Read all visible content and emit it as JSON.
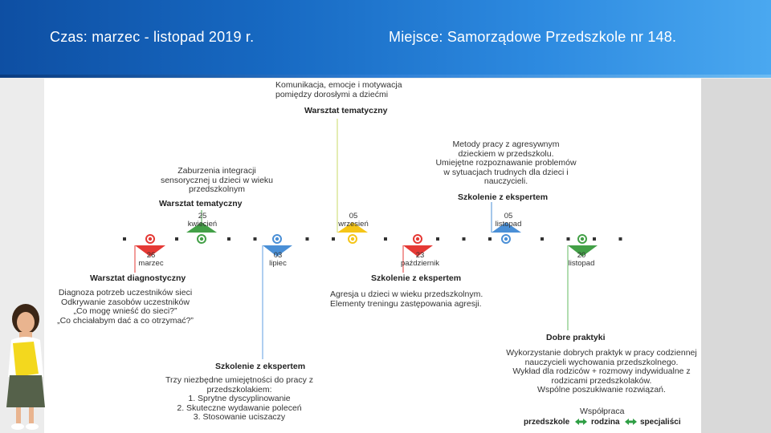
{
  "header": {
    "time": "Czas: marzec - listopad 2019 r.",
    "place": "Miejsce: Samorządowe Przedszkole nr 148."
  },
  "events": {
    "e1": {
      "day": "26",
      "month": "marzec",
      "type": "Warsztat diagnostyczny",
      "lines": [
        "Diagnoza potrzeb uczestników sieci",
        "Odkrywanie zasobów uczestników",
        "„Co mogę wnieść do sieci?”",
        "„Co chciałabym dać a co otrzymać?”"
      ]
    },
    "e2": {
      "day": "25",
      "month": "kwiecień",
      "type": "Warsztat tematyczny",
      "lines": [
        "Zaburzenia integracji",
        "sensorycznej u dzieci w wieku",
        "przedszkolnym"
      ]
    },
    "e3": {
      "day": "03",
      "month": "lipiec",
      "type": "Szkolenie z ekspertem",
      "lines": [
        "Trzy niezbędne umiejętności do pracy z",
        "przedszkolakiem:",
        "1. Sprytne dyscyplinowanie",
        "2. Skuteczne wydawanie poleceń",
        "3. Stosowanie uciszaczy"
      ]
    },
    "e4": {
      "day": "05",
      "month": "wrzesień",
      "type": "Warsztat tematyczny",
      "lines": [
        "Komunikacja, emocje i motywacja",
        "pomiędzy dorosłymi a dziećmi"
      ]
    },
    "e5": {
      "day": "23",
      "month": "październik",
      "type": "Szkolenie z ekspertem",
      "lines": [
        "Agresja u dzieci w wieku przedszkolnym.",
        "Elementy treningu zastępowania agresji."
      ]
    },
    "e6": {
      "day": "05",
      "month": "listopad",
      "type": "Szkolenie z ekspertem",
      "lines": [
        "Metody pracy z agresywnym",
        "dzieckiem w przedszkolu.",
        "Umiejętne rozpoznawanie problemów",
        "w sytuacjach trudnych dla dzieci i",
        "nauczycieli."
      ]
    },
    "e7": {
      "day": "20",
      "month": "listopad",
      "type": "Dobre praktyki",
      "lines": [
        "Wykorzystanie dobrych praktyk w pracy codziennej",
        "nauczycieli wychowania przedszkolnego.",
        "Wykład dla rodziców + rozmowy indywidualne z",
        "rodzicami przedszkolaków.",
        "Wspólne poszukiwanie rozwiązań."
      ]
    }
  },
  "cooperation": {
    "title": "Współpraca",
    "items": [
      "przedszkole",
      "rodzina",
      "specjaliści"
    ]
  },
  "colors": {
    "header_blue": "#1769c2",
    "red": "#e53935",
    "green": "#43a047",
    "blue": "#4a8fd6",
    "yellow": "#f5c518",
    "arrow_green": "#2e9e44"
  }
}
